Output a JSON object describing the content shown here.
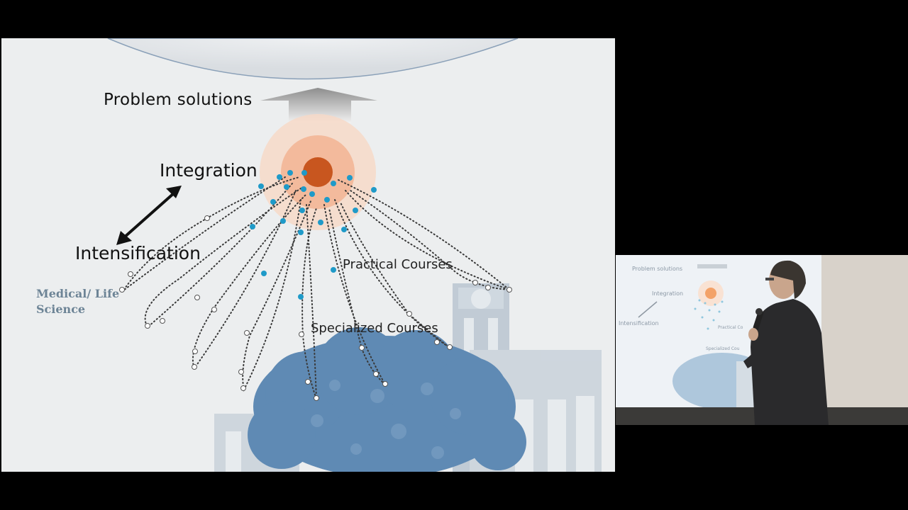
{
  "slide": {
    "title": "Problem solutions",
    "integration": "Integration",
    "intensification": "Intensification",
    "medical_line1": "Medical/ Life",
    "medical_line2": "Science",
    "practical": "Practical Courses",
    "specialized": "Specialized Courses"
  },
  "camera_screen": {
    "title": "Problem solutions",
    "integration": "Integration",
    "intensification": "Intensification",
    "practical": "Practical Co",
    "specialized": "Specialized Cou"
  },
  "colors": {
    "frame_background": "#000000",
    "slide_background": "#eceeef",
    "core": "#c8561f",
    "glow": "#f2b493",
    "node_filled": "#1f9ac8",
    "node_hollow": "#ffffff",
    "tree": "#5f8ab4",
    "label_medical": "#6d8496"
  }
}
